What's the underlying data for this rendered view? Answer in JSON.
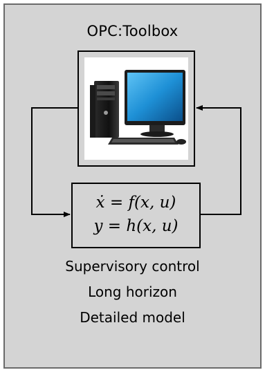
{
  "diagram": {
    "title": "OPC:Toolbox",
    "model": {
      "equation_state": "ẋ = f(x, u)",
      "equation_output": "y = h(x, u)"
    },
    "caption": {
      "line1": "Supervisory control",
      "line2": "Long horizon",
      "line3": "Detailed model"
    },
    "computer_image": "desktop-computer-icon"
  },
  "colors": {
    "panel_background": "#d4d4d4",
    "panel_border": "#6a6a6a",
    "monitor_screen": "#1e90d6",
    "line": "#000000"
  }
}
